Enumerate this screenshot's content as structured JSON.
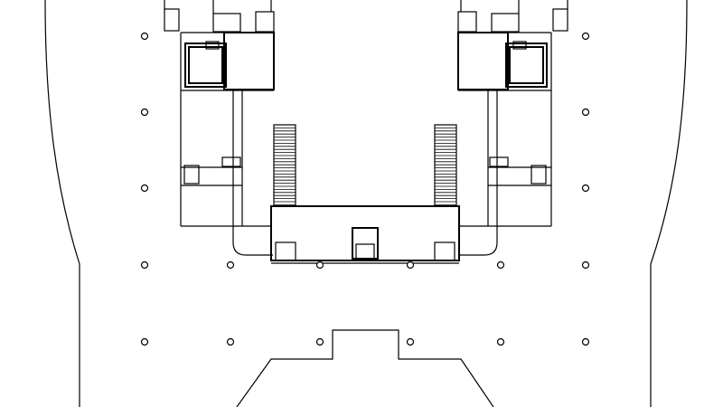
{
  "drawing": {
    "type": "architectural-floor-plan",
    "stroke_color": "#000000",
    "background_color": "#ffffff",
    "column_grid_marker": "circle",
    "stair_hatch": "parallel-treads"
  }
}
